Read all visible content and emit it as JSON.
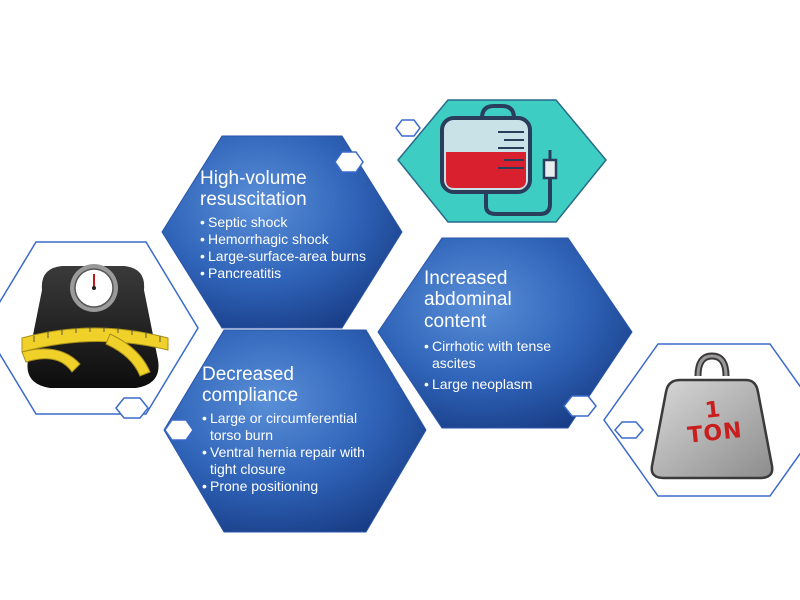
{
  "hexes": [
    {
      "id": "high-volume-resuscitation",
      "title": "High-volume resuscitation",
      "items": [
        "Septic shock",
        "Hemorrhagic shock",
        "Large-surface-area burns",
        "Pancreatitis"
      ]
    },
    {
      "id": "increased-abdominal-content",
      "title": "Increased abdominal content",
      "items": [
        "Cirrhotic with tense ascites",
        "Large neoplasm"
      ]
    },
    {
      "id": "decreased-compliance",
      "title": "Decreased compliance",
      "items": [
        "Large or circumferential torso burn",
        "Ventral hernia repair with tight closure",
        "Prone positioning"
      ]
    }
  ],
  "weight_label": {
    "number": "1",
    "unit": "TON"
  },
  "colors": {
    "hex_fill_light": "#3f78c9",
    "hex_fill_dark": "#1a3f8a",
    "outline": "#2f5fbf",
    "blood": "#d8202e",
    "iv_bag": "#c3dde4",
    "icon_bg": "#3dcdc3"
  },
  "icons": [
    "iv-blood-bag-icon",
    "weight-scale-with-measuring-tape-icon",
    "one-ton-weight-icon"
  ]
}
